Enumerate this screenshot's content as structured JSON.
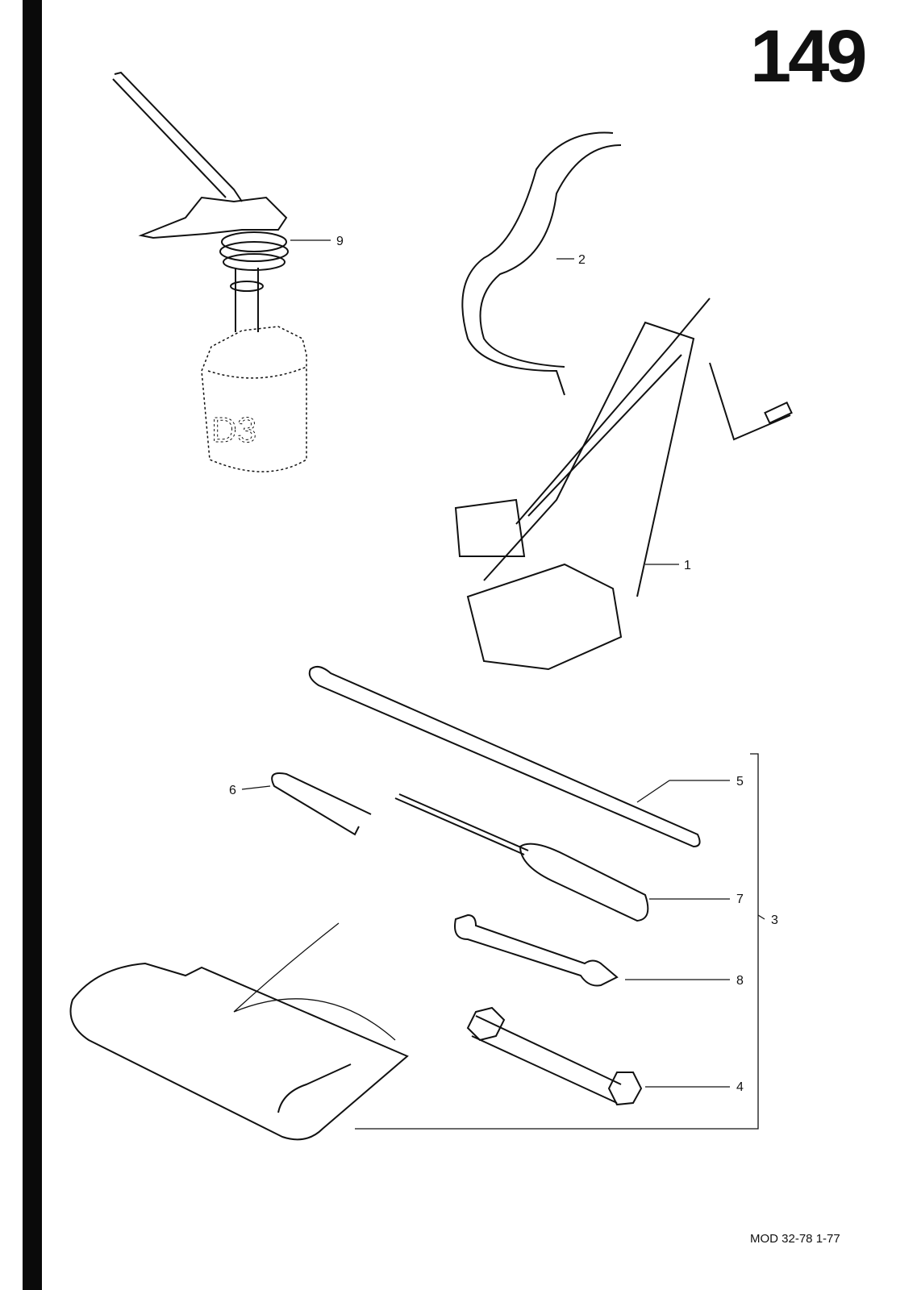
{
  "page_number": "149",
  "footer": "MOD 32-78  1-77",
  "container_marking": "D3",
  "callouts": {
    "jack": "1",
    "jack_strap": "2",
    "tool_kit": "3",
    "box_wrench": "4",
    "lever_bar": "5",
    "hook": "6",
    "screwdriver": "7",
    "open_wrench": "8",
    "grease_pump": "9"
  }
}
